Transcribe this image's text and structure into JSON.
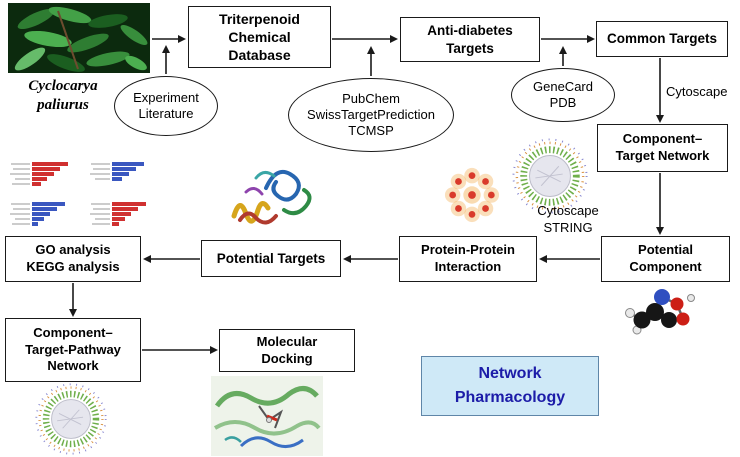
{
  "diagram": {
    "plant_label": {
      "lines": [
        "Cyclocarya",
        "paliurus"
      ]
    },
    "boxes": {
      "triterpenoid_db": {
        "lines": [
          "Triterpenoid",
          "Chemical",
          "Database"
        ]
      },
      "anti_diabetes": {
        "lines": [
          "Anti-diabetes",
          "Targets"
        ]
      },
      "common_targets": {
        "lines": [
          "Common Targets"
        ]
      },
      "component_target_network": {
        "lines": [
          "Component–",
          "Target Network"
        ]
      },
      "potential_component": {
        "lines": [
          "Potential",
          "Component"
        ]
      },
      "ppi": {
        "lines": [
          "Protein-Protein",
          "Interaction"
        ]
      },
      "potential_targets": {
        "lines": [
          "Potential Targets"
        ]
      },
      "go_kegg": {
        "lines": [
          "GO analysis",
          "KEGG analysis"
        ]
      },
      "ctp_network": {
        "lines": [
          "Component–",
          "Target-Pathway",
          "Network"
        ]
      },
      "molecular_docking": {
        "lines": [
          "Molecular",
          "Docking"
        ]
      },
      "network_pharmacology": {
        "lines": [
          "Network",
          "Pharmacology"
        ]
      }
    },
    "ellipses": {
      "experiment_literature": {
        "lines": [
          "Experiment",
          "Literature"
        ]
      },
      "pubchem": {
        "lines": [
          "PubChem",
          "SwissTargetPrediction",
          "TCMSP"
        ]
      },
      "genecard_pdb": {
        "lines": [
          "GeneCard",
          "PDB"
        ]
      }
    },
    "labels": {
      "cytoscape": "Cytoscape",
      "cytoscape_string": {
        "lines": [
          "Cytoscape",
          "STRING"
        ]
      }
    },
    "colors": {
      "box_border": "#1a1a1a",
      "arrow": "#1a1a1a",
      "network_pharmacology_bg": "#cfe9f7",
      "network_pharmacology_text": "#1c1ca8"
    }
  }
}
